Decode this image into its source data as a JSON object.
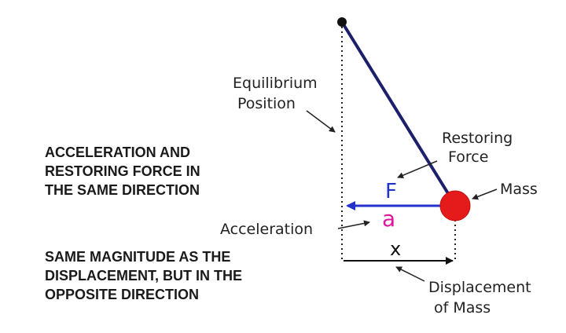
{
  "labels": {
    "equilibrium_line1": "Equilibrium",
    "equilibrium_line2": "Position",
    "restoring_line1": "Restoring",
    "restoring_line2": "Force",
    "mass": "Mass",
    "force_symbol": "F",
    "acceleration_symbol": "a",
    "acceleration": "Acceleration",
    "displacement_symbol": "x",
    "displacement_line1": "Displacement",
    "displacement_line2": "of Mass"
  },
  "statements": {
    "first": [
      "ACCELERATION AND",
      "RESTORING FORCE IN",
      "THE SAME DIRECTION"
    ],
    "second": [
      "SAME MAGNITUDE AS THE",
      "DISPLACEMENT, BUT IN THE",
      "OPPOSITE DIRECTION"
    ]
  },
  "colors": {
    "rod": "#1c1f6b",
    "mass": "#e51b1b",
    "force_arrow": "#2233cc",
    "force_symbol": "#2233cc",
    "acceleration_symbol": "#e0149e",
    "text": "#1a1a1a"
  }
}
